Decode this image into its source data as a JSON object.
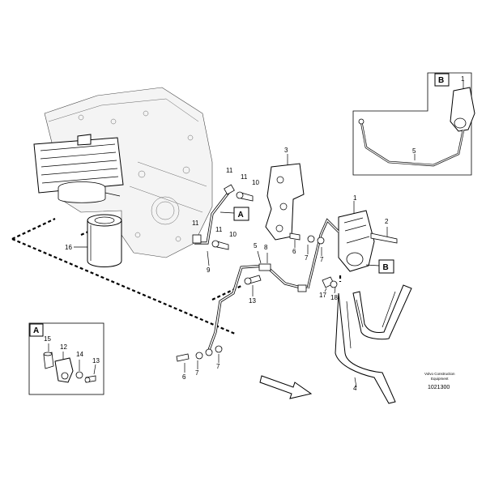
{
  "diagram": {
    "part_numbers": {
      "p1": "1",
      "p1b": "1",
      "p2": "2",
      "p3": "3",
      "p4": "4",
      "p5": "5",
      "p5b": "5",
      "p6a": "6",
      "p6b": "6",
      "p7a": "7",
      "p7b": "7",
      "p7c": "7",
      "p8": "8",
      "p9": "9",
      "p10a": "10",
      "p10b": "10",
      "p11a": "11",
      "p11b": "11",
      "p11c": "11",
      "p11d": "11",
      "p12": "12",
      "p13a": "13",
      "p13b": "13",
      "p14": "14",
      "p15": "15",
      "p16": "16",
      "p17": "17",
      "p18": "18"
    },
    "detail_labels": {
      "a_ref": "A",
      "b_ref": "B",
      "a_inset": "A",
      "b_inset": "B"
    },
    "credit_line1": "Volvo Construction",
    "credit_line2": "Equipment",
    "document_number": "1021300"
  }
}
